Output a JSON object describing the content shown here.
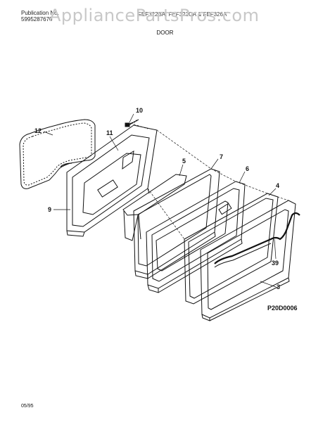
{
  "header": {
    "publication_label": "Publication No.",
    "publication_number": "5995287670",
    "model_line": "FEF322BA, FEF322CA & FEF326A",
    "section_title": "DOOR"
  },
  "watermark": "AppliancePartsPros.com",
  "callouts": {
    "c10": "10",
    "c12": "12",
    "c11": "11",
    "c7": "7",
    "c5": "5",
    "c6": "6",
    "c4": "4",
    "c9": "9",
    "c39": "39",
    "c3": "3"
  },
  "diagram_code": "P20D0006",
  "footer_date": "05/95"
}
